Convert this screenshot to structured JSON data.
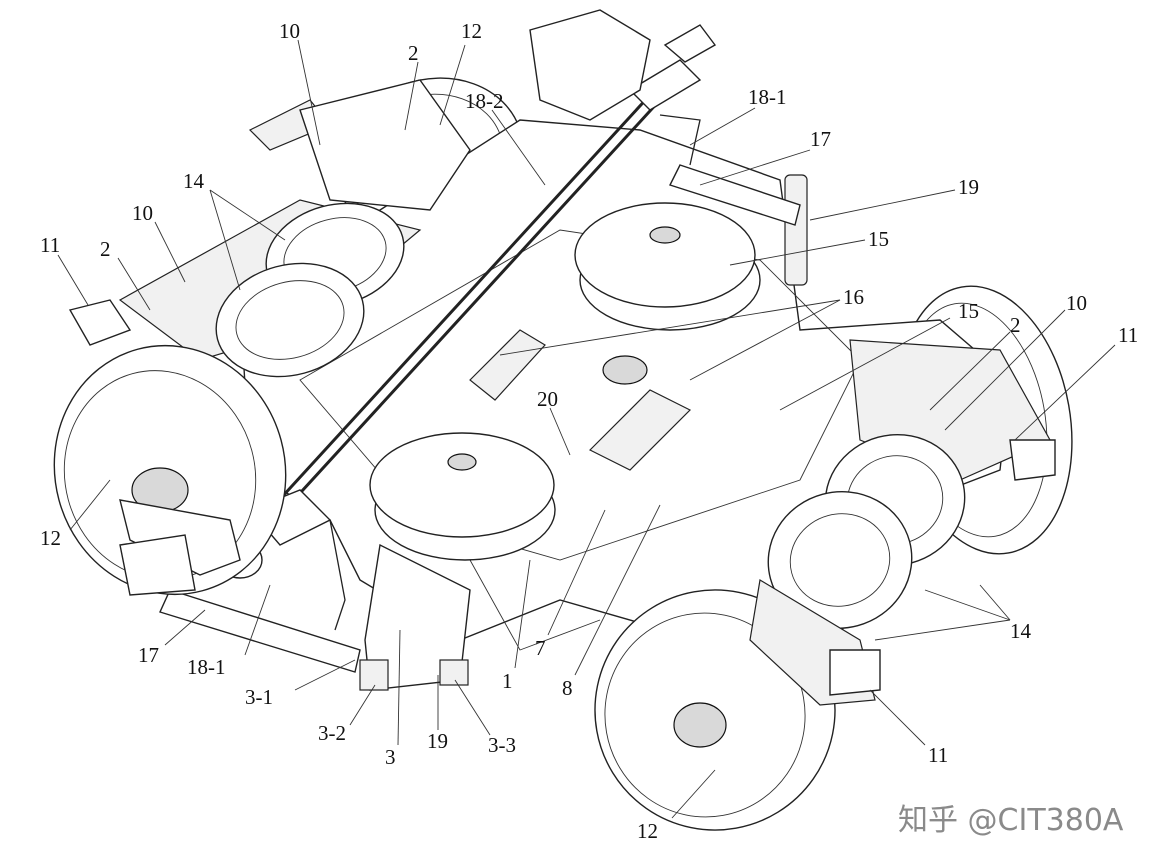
{
  "labels": {
    "l10_top": "10",
    "l12_top": "12",
    "l2_top": "2",
    "l18_2": "18-2",
    "l18_1_top": "18-1",
    "l17_right": "17",
    "l19_right": "19",
    "l14_left": "14",
    "l10_left": "10",
    "l2_left": "2",
    "l11_left": "11",
    "l15_top": "15",
    "l16": "16",
    "l15_mid": "15",
    "l2_right": "2",
    "l10_right": "10",
    "l11_right": "11",
    "l20": "20",
    "l12_left": "12",
    "l17_left": "17",
    "l18_1_bottom": "18-1",
    "l3_1": "3-1",
    "l3_2": "3-2",
    "l3": "3",
    "l19_bottom": "19",
    "l3_3": "3-3",
    "l1": "1",
    "l7": "7",
    "l8": "8",
    "l14_right": "14",
    "l11_bottom": "11",
    "l12_bottom": "12"
  },
  "watermark": "知乎 @CIT380A"
}
